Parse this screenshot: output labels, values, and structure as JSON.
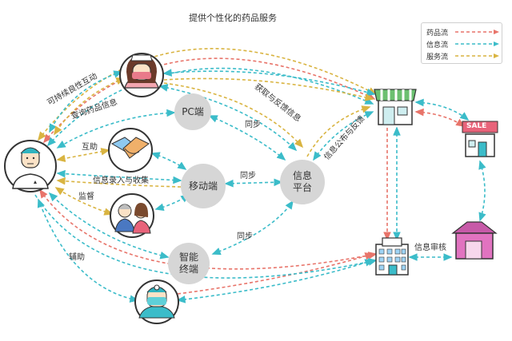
{
  "title_label": "提供个性化的药品服务",
  "legend": {
    "items": [
      {
        "label": "药品流",
        "color": "#e8746a"
      },
      {
        "label": "信息流",
        "color": "#3bbcc9"
      },
      {
        "label": "服务流",
        "color": "#d9b441"
      }
    ]
  },
  "nodes": {
    "pc": "PC端",
    "mobile": "移动端",
    "platform": [
      "信息",
      "平台"
    ],
    "smart": [
      "智能",
      "终端"
    ],
    "sale_sign": "SALE"
  },
  "edge_labels": {
    "sustainable": "可持续良性互动",
    "query": "查询药品信息",
    "mutual": "互助",
    "entry": "信息录入与收集",
    "supervise": "监督",
    "assist": "辅助",
    "sync1": "同步",
    "sync2": "同步",
    "sync3": "同步",
    "feedback": "获取与反馈信息",
    "publish": "信息公布与反馈",
    "review": "信息审核"
  }
}
